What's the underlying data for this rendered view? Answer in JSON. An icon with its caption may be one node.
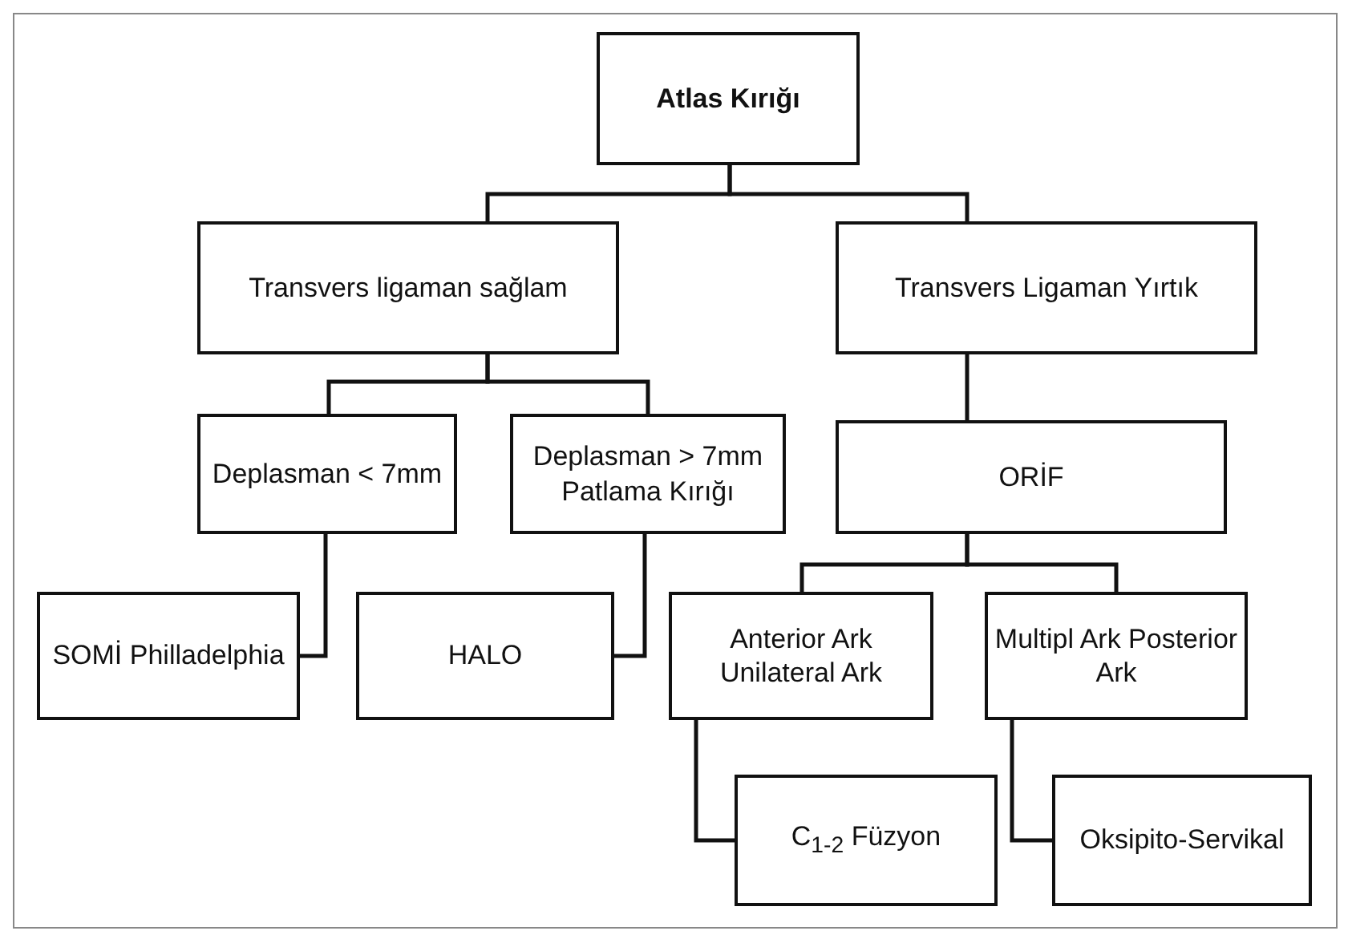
{
  "diagram": {
    "nodes": [
      {
        "text": [
          "Atlas Kırığı"
        ]
      },
      {
        "text": [
          "Transvers ligaman sağlam"
        ]
      },
      {
        "text": [
          "Transvers Ligaman Yırtık"
        ]
      },
      {
        "text": [
          "Deplasman < 7mm"
        ]
      },
      {
        "text": [
          "Deplasman > 7mm Patlama Kırığı"
        ]
      },
      {
        "text": [
          "ORİF"
        ]
      },
      {
        "text": [
          "SOMİ Philladelphia"
        ]
      },
      {
        "text": [
          "HALO"
        ]
      },
      {
        "text": [
          "Anterior Ark Unilateral Ark"
        ]
      },
      {
        "text": [
          "Multipl Ark Posterior Ark"
        ]
      },
      {
        "text": [
          "C$_{1-2}$ Füzyon"
        ]
      },
      {
        "text": [
          "Oksipito-Servikal"
        ]
      }
    ],
    "edges": [
      {
        "from": 0,
        "to": 1,
        "arrow": "none"
      },
      {
        "from": 0,
        "to": 2,
        "arrow": "none"
      },
      {
        "from": 1,
        "to": 3,
        "arrow": "none"
      },
      {
        "from": 1,
        "to": 4,
        "arrow": "none"
      },
      {
        "from": 2,
        "to": 5,
        "arrow": "none"
      },
      {
        "from": 3,
        "to": 6,
        "arrow": "none"
      },
      {
        "from": 4,
        "to": 7,
        "arrow": "none"
      },
      {
        "from": 5,
        "to": 8,
        "arrow": "none"
      },
      {
        "from": 5,
        "to": 9,
        "arrow": "none"
      },
      {
        "from": 8,
        "to": 10,
        "arrow": "none"
      },
      {
        "from": 9,
        "to": 11,
        "arrow": "none"
      }
    ]
  }
}
